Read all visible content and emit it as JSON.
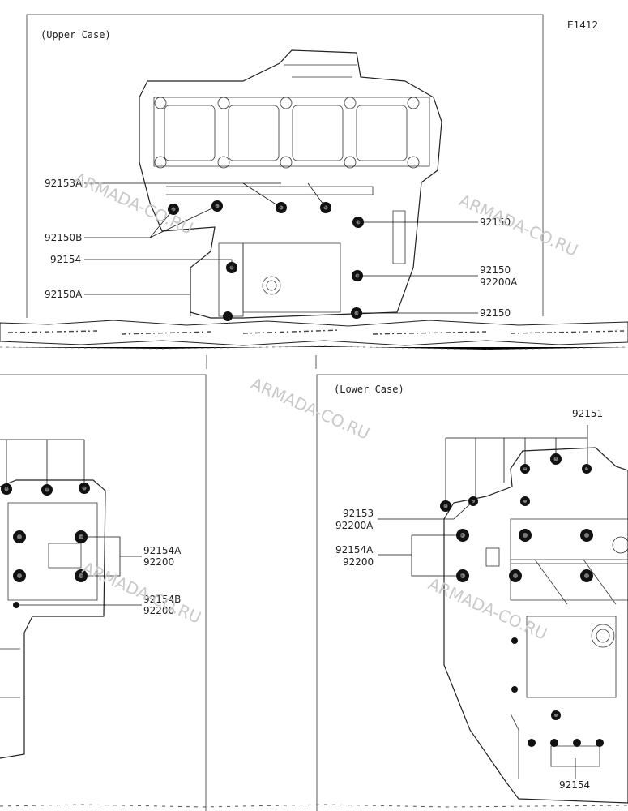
{
  "diagram_code": "E1412",
  "sections": {
    "upper": {
      "title": "(Upper Case)"
    },
    "lower": {
      "title": "(Lower Case)"
    }
  },
  "watermark": "ARMADA-CO.RU",
  "labels": {
    "u1": "92153A",
    "u2": "92150B",
    "u3": "92154",
    "u4": "92150A",
    "u5": "92150",
    "u6a": "92150",
    "u6b": "92200A",
    "u7": "92150",
    "m1a": "92154A",
    "m1b": "92200",
    "m2a": "92154B",
    "m2b": "92200",
    "l1": "92151",
    "l2a": "92153",
    "l2b": "92200A",
    "l3a": "92154A",
    "l3b": "92200",
    "l4": "92154"
  }
}
